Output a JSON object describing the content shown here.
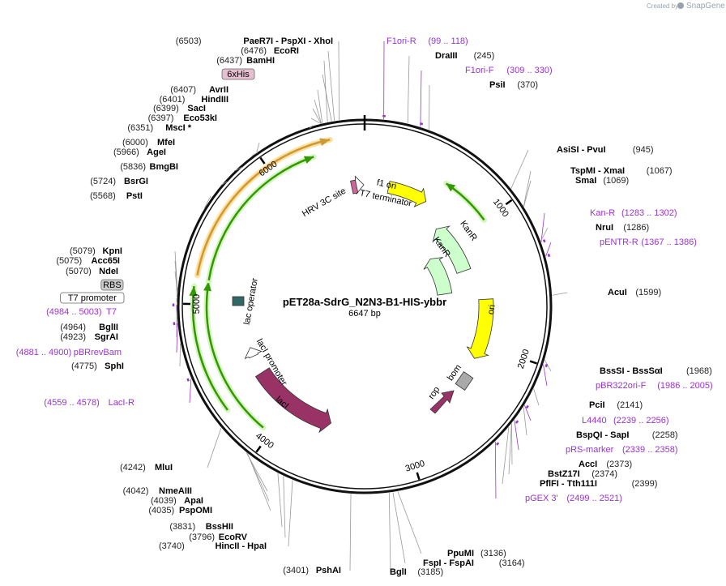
{
  "watermark": {
    "created_by": "Created by",
    "app": "SnapGene"
  },
  "plasmid": {
    "name": "pET28a-SdrG_N2N3-B1-HIS-ybbr",
    "length_label": "6647 bp",
    "length": 6647
  },
  "colors": {
    "backbone": "#111111",
    "f1ori": "#ffff00",
    "ori": "#ffff00",
    "kanr": "#ccffcc",
    "laci": "#993366",
    "rop": "#993366",
    "bom": "#aaaaaa",
    "lacop": "#336666",
    "hrv": "#cc6699",
    "primer": "#9933cc",
    "orf_green": "#339900",
    "orf_orange": "#cc9933"
  },
  "ticks": [
    {
      "pos": 1000,
      "label": "1000"
    },
    {
      "pos": 2000,
      "label": "2000"
    },
    {
      "pos": 3000,
      "label": "3000"
    },
    {
      "pos": 4000,
      "label": "4000"
    },
    {
      "pos": 5000,
      "label": "5000"
    },
    {
      "pos": 6000,
      "label": "6000"
    }
  ],
  "features": [
    {
      "name": "f1 ori",
      "start": 12,
      "end": 467
    },
    {
      "name": "T7 terminator",
      "start": 26,
      "end": 73
    },
    {
      "name": "KanR",
      "start": 1010,
      "end": 1530
    },
    {
      "name": "KanR",
      "start": 563,
      "end": 895
    },
    {
      "name": "ori",
      "start": 1650,
      "end": 2280
    },
    {
      "name": "bom",
      "start": 2425,
      "end": 2570
    },
    {
      "name": "rop",
      "start": 2820,
      "end": 2930
    },
    {
      "name": "lacI",
      "start": 3300,
      "end": 4130
    },
    {
      "name": "lacI promoter",
      "start": 4210,
      "end": 4285
    },
    {
      "name": "lac operator",
      "start": 4990,
      "end": 5015
    },
    {
      "name": "HRV 3C site",
      "start": 6451,
      "end": 6478
    }
  ],
  "orf_arcs": [
    {
      "color": "green",
      "start": 1000,
      "end": 620,
      "radius": 182
    },
    {
      "color": "green",
      "start": 4060,
      "end": 5150,
      "radius": 195
    },
    {
      "color": "green",
      "start": 4300,
      "end": 5110,
      "radius": 212
    },
    {
      "color": "green",
      "start": 5160,
      "end": 6300,
      "radius": 195
    },
    {
      "color": "orange",
      "start": 5180,
      "end": 6430,
      "radius": 210
    }
  ],
  "right_labels": [
    {
      "name": "F1ori-R",
      "coord": "(99 .. 118)",
      "kind": "primer",
      "pos": 108
    },
    {
      "name": "DraIII",
      "coord": "(245)",
      "kind": "enzyme",
      "pos": 245
    },
    {
      "name": "F1ori-F",
      "coord": "(309 .. 330)",
      "kind": "primer",
      "pos": 319
    },
    {
      "name": "PsiI",
      "coord": "(370)",
      "kind": "enzyme",
      "pos": 370
    },
    {
      "name": "AsiSI  - PvuI",
      "coord": "(945)",
      "kind": "enzyme",
      "pos": 945
    },
    {
      "name": "TspMI  - XmaI",
      "coord": "(1067)",
      "kind": "enzyme",
      "pos": 1067
    },
    {
      "name": "SmaI",
      "coord": "(1069)",
      "kind": "enzyme",
      "pos": 1069
    },
    {
      "name": "Kan-R",
      "coord": "(1283 .. 1302)",
      "kind": "primer",
      "pos": 1292
    },
    {
      "name": "NruI",
      "coord": "(1286)",
      "kind": "enzyme",
      "pos": 1286
    },
    {
      "name": "pENTR-R",
      "coord": "(1367 .. 1386)",
      "kind": "primer",
      "pos": 1376
    },
    {
      "name": "AcuI",
      "coord": "(1599)",
      "kind": "enzyme",
      "pos": 1599
    },
    {
      "name": "BssSI  - BssSαI",
      "coord": "(1968)",
      "kind": "enzyme",
      "pos": 1968
    },
    {
      "name": "pBR322ori-F",
      "coord": "(1986 .. 2005)",
      "kind": "primer",
      "pos": 1995
    },
    {
      "name": "PciI",
      "coord": "(2141)",
      "kind": "enzyme",
      "pos": 2141
    },
    {
      "name": "L4440",
      "coord": "(2239 .. 2256)",
      "kind": "primer",
      "pos": 2247
    },
    {
      "name": "BspQI  - SapI",
      "coord": "(2258)",
      "kind": "enzyme",
      "pos": 2258
    },
    {
      "name": "pRS-marker",
      "coord": "(2339 .. 2358)",
      "kind": "primer",
      "pos": 2348
    },
    {
      "name": "AccI",
      "coord": "(2373)",
      "kind": "enzyme",
      "pos": 2373
    },
    {
      "name": "BstZ17I",
      "coord": "(2374)",
      "kind": "enzyme",
      "pos": 2374
    },
    {
      "name": "PflFI  - Tth111I",
      "coord": "(2399)",
      "kind": "enzyme",
      "pos": 2399
    },
    {
      "name": "pGEX 3'",
      "coord": "(2499 .. 2521)",
      "kind": "primer",
      "pos": 2510
    },
    {
      "name": "PpuMI",
      "coord": "(3136)",
      "kind": "enzyme",
      "pos": 3136
    },
    {
      "name": "FspI  - FspAI",
      "coord": "(3164)",
      "kind": "enzyme",
      "pos": 3164
    },
    {
      "name": "BglI",
      "coord": "(3185)",
      "kind": "enzyme",
      "pos": 3185
    }
  ],
  "left_labels": [
    {
      "name": "PaeR7I  - PspXI  - XhoI",
      "coord": "(6503)",
      "kind": "enzyme",
      "pos": 6503
    },
    {
      "name": "EcoRI",
      "coord": "(6476)",
      "kind": "enzyme",
      "pos": 6476
    },
    {
      "name": "BamHI",
      "coord": "(6437)",
      "kind": "enzyme",
      "pos": 6437
    },
    {
      "name": "6xHis",
      "coord": "",
      "kind": "boxed-pink",
      "pos": 6460
    },
    {
      "name": "AvrII",
      "coord": "(6407)",
      "kind": "enzyme",
      "pos": 6407
    },
    {
      "name": "HindIII",
      "coord": "(6401)",
      "kind": "enzyme",
      "pos": 6401
    },
    {
      "name": "SacI",
      "coord": "(6399)",
      "kind": "enzyme",
      "pos": 6399
    },
    {
      "name": "Eco53kI",
      "coord": "(6397)",
      "kind": "enzyme",
      "pos": 6397
    },
    {
      "name": "MscI *",
      "coord": "(6351)",
      "kind": "enzyme",
      "pos": 6351
    },
    {
      "name": "MfeI",
      "coord": "(6000)",
      "kind": "enzyme",
      "pos": 6000
    },
    {
      "name": "AgeI",
      "coord": "(5966)",
      "kind": "enzyme",
      "pos": 5966
    },
    {
      "name": "BmgBI",
      "coord": "(5836)",
      "kind": "enzyme",
      "pos": 5836
    },
    {
      "name": "BsrGI",
      "coord": "(5724)",
      "kind": "enzyme",
      "pos": 5724
    },
    {
      "name": "PstI",
      "coord": "(5568)",
      "kind": "enzyme",
      "pos": 5568
    },
    {
      "name": "KpnI",
      "coord": "(5079)",
      "kind": "enzyme",
      "pos": 5079
    },
    {
      "name": "Acc65I",
      "coord": "(5075)",
      "kind": "enzyme",
      "pos": 5075
    },
    {
      "name": "NdeI",
      "coord": "(5070)",
      "kind": "enzyme",
      "pos": 5070
    },
    {
      "name": "RBS",
      "coord": "",
      "kind": "boxed-grey",
      "pos": 5035
    },
    {
      "name": "T7 promoter",
      "coord": "",
      "kind": "boxed-white",
      "pos": 5010
    },
    {
      "name": "T7",
      "coord": "(4984 .. 5003)",
      "kind": "primer",
      "pos": 4993
    },
    {
      "name": "BglII",
      "coord": "(4964)",
      "kind": "enzyme",
      "pos": 4964
    },
    {
      "name": "SgrAI",
      "coord": "(4923)",
      "kind": "enzyme",
      "pos": 4923
    },
    {
      "name": "pBRrevBam",
      "coord": "(4881 .. 4900)",
      "kind": "primer",
      "pos": 4890
    },
    {
      "name": "SphI",
      "coord": "(4775)",
      "kind": "enzyme",
      "pos": 4775
    },
    {
      "name": "LacI-R",
      "coord": "(4559 .. 4578)",
      "kind": "primer",
      "pos": 4568
    },
    {
      "name": "MluI",
      "coord": "(4242)",
      "kind": "enzyme",
      "pos": 4242
    },
    {
      "name": "NmeAIII",
      "coord": "(4042)",
      "kind": "enzyme",
      "pos": 4042
    },
    {
      "name": "ApaI",
      "coord": "(4039)",
      "kind": "enzyme",
      "pos": 4039
    },
    {
      "name": "PspOMI",
      "coord": "(4035)",
      "kind": "enzyme",
      "pos": 4035
    },
    {
      "name": "BssHII",
      "coord": "(3831)",
      "kind": "enzyme",
      "pos": 3831
    },
    {
      "name": "EcoRV",
      "coord": "(3796)",
      "kind": "enzyme",
      "pos": 3796
    },
    {
      "name": "HincII  - HpaI",
      "coord": "(3740)",
      "kind": "enzyme",
      "pos": 3740
    },
    {
      "name": "PshAI",
      "coord": "(3401)",
      "kind": "enzyme",
      "pos": 3401
    }
  ]
}
